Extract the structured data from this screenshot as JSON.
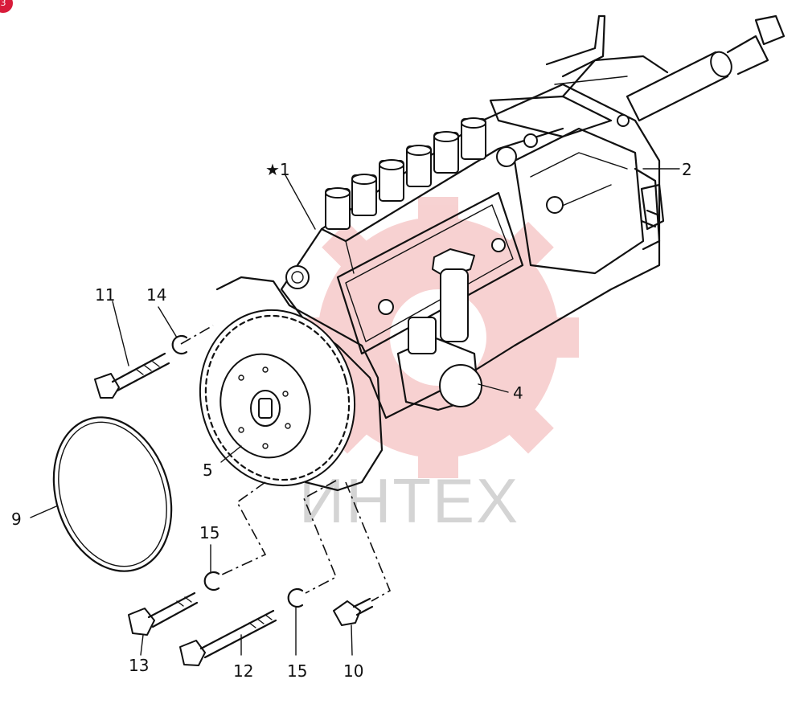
{
  "badge": {
    "text": "3",
    "color": "#d81b3a"
  },
  "watermark": {
    "text": "ИНТЕХ",
    "gear_color": "#f3c2c2",
    "text_color": "#d4d4d4"
  },
  "callouts": {
    "p1": "★1",
    "p2": "2",
    "p4": "4",
    "p5": "5",
    "p9": "9",
    "p10": "10",
    "p11": "11",
    "p12": "12",
    "p13": "13",
    "p14": "14",
    "p15a": "15",
    "p15b": "15"
  }
}
